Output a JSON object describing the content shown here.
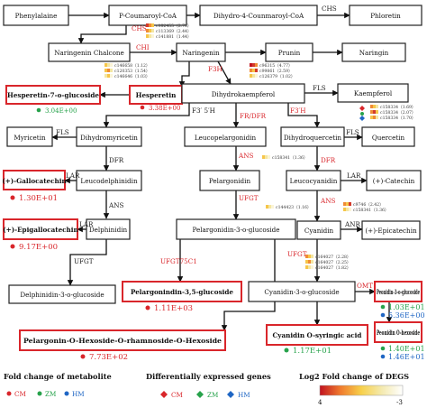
{
  "colors": {
    "highlight_border": "#d9262b",
    "cm": "#d9262b",
    "zm": "#27a24b",
    "hm": "#1f66c4"
  },
  "nodes": {
    "phenylalaine": "Phenylalaine",
    "p_coumaroyl_coa": "P-Coumaroyl-CoA",
    "dihydro_coa": "Dihydro-4-Counmaroyl-CoA",
    "phloretin": "Phloretin",
    "naringenin_chalcone": "Naringenin Chalcone",
    "naringenin": "Naringenin",
    "prunin": "Prunin",
    "naringin": "Naringin",
    "hesperetin_7_glucoside": "Hesperetin-7-o-glucoside",
    "hesperetin": "Hesperetin",
    "dihydrokaempferol": "Dihydrokaempferol",
    "kaempferol": "Kaempferol",
    "myricetin": "Myricetin",
    "dihydromyricetin": "Dihydromyricetin",
    "leucopelargonidin": "Leucopelargonidin",
    "dihydroquercetin": "Dihydroquercetin",
    "quercetin": "Quercetin",
    "gallocatechin": "(+)-Gallocatechin",
    "leucodelphinidin": "Leucodelphinidin",
    "pelargonidin": "Pelargonidin",
    "leucocyanidin": "Leucocyanidin",
    "catechin": "(+)-Catechin",
    "epigallocatechin": "(+)-Epigallocatechin",
    "delphinidin": "Delphinidin",
    "pelargonidin_3_glucoside": "Pelargonidin-3-o-glucoside",
    "cyanidin": "Cyanidin",
    "epicatechin": "(+)-Epicatechin",
    "delphinidin_3_glucoside": "Delphinidin-3-o-glucoside",
    "pelargonindin_35_glucoside": "Pelargonindin-3,5-glucoside",
    "cyanidin_3_glucoside": "Cyanidin-3-o-glucoside",
    "peonidin_3_glucoside": "Peonidin-3-o-glucoside",
    "pelargonin_hexoside": "Pelargonin-O-Hexoside-O-rhamnoside-O-Hexoside",
    "cyanidin_syringic": "Cyanidin O-syringic acid",
    "peonidin_hexoside": "Peonidin O-hexoside"
  },
  "enzymes": {
    "chs_top": "CHS",
    "chs_genes": "CHS",
    "chi": "CHI",
    "f3h": "F3H",
    "f3_5h": "F3′ 5′H",
    "fls_kaempferol": "FLS",
    "fr_dfr": "FR/DFR",
    "f3h_prime": "F3′H",
    "fls_myricetin": "FLS",
    "dfr_left": "DFR",
    "ans_pelargonidin": "ANS",
    "fls_quercetin": "FLS",
    "dfr_right": "DFR",
    "lar_gallocatechin": "LAR",
    "lar_catechin": "LAR",
    "ans_delphinidin": "ANS",
    "ans_cyanidin": "ANS",
    "ufgt_pelargonidin": "UFGT",
    "lar_epigallocatechin": "LAR",
    "anr": "ANR",
    "ufgt_delphinidin": "UFGT",
    "ufgt75c1": "UFGT75C1",
    "ufgt_cyanidin": "UFGT",
    "omt": "OMT"
  },
  "genes": {
    "chs": [
      "c182455（2.78）",
      "c113369（2.44）",
      "c141881（1.44）"
    ],
    "chi": [
      "c146658（1.12）",
      "c120353（1.54）",
      "c146646（1.03）"
    ],
    "f3h": [
      "c96315（4.77）",
      "c99861（2.59）",
      "c126379（1.02）"
    ],
    "fls": [
      "c158334（1.69）",
      "c158334（2.07）",
      "c158334（1.70）"
    ],
    "ans_pelargonidin": [
      "c158341（1.36）"
    ],
    "ufgt_pelargonidin": [
      "c144423（1.16）"
    ],
    "ans_cyanidin": [
      "c9746（2.42）",
      "c158341（1.36）"
    ],
    "ufgt_cyanidin": [
      "c164027（2.28）",
      "c164027（2.25）",
      "c164027（1.82）"
    ]
  },
  "values": {
    "hesperetin_7_glucoside": "3.04E+00",
    "hesperetin": "3.38E+00",
    "gallocatechin": "1.30E+01",
    "epigallocatechin": "9.17E+00",
    "pelargonindin_35_glucoside": "1.11E+03",
    "pelargonin_hexoside": "7.73E+02",
    "cyanidin_syringic": "1.17E+01",
    "peonidin_3_glucoside_zm": "1.03E+01",
    "peonidin_3_glucoside_hm": "5.36E+00",
    "peonidin_hexoside_zm": "1.40E+01",
    "peonidin_hexoside_hm": "1.46E+01"
  },
  "legend": {
    "metabolite_title": "Fold change of metabolite",
    "genes_title": "Differentially expressed genes",
    "degs_title": "Log2 Fold change of DEGS",
    "cm": "CM",
    "zm": "ZM",
    "hm": "HM",
    "scale_min": "4",
    "scale_max": "-3"
  }
}
